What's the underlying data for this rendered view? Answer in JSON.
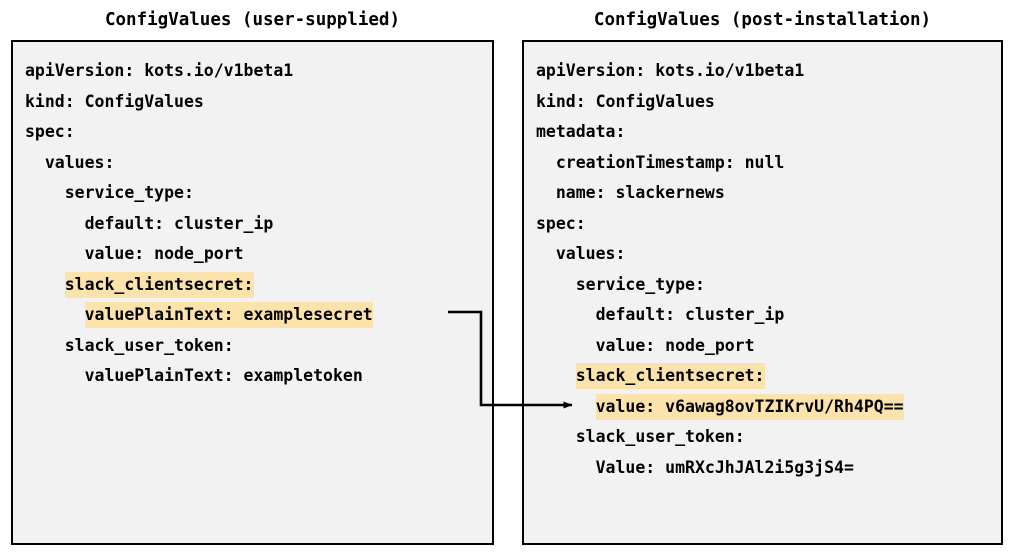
{
  "diagram": {
    "title_left": "ConfigValues (user-supplied)",
    "title_right": "ConfigValues (post-installation)",
    "highlight_color": "#fce3ab",
    "box_background": "#f2f2f2",
    "box_border_color": "#000000",
    "text_color": "#000000",
    "connector": {
      "label": "maps-to-arrow",
      "from": "valuePlainText: examplesecret",
      "to": "value: v6awag8ovTZIKrvU/Rh4PQ=="
    }
  },
  "left_panel": {
    "lines": [
      {
        "text": "apiVersion: kots.io/v1beta1",
        "highlight": false
      },
      {
        "text": "kind: ConfigValues",
        "highlight": false
      },
      {
        "text": "spec:",
        "highlight": false
      },
      {
        "text": "  values:",
        "highlight": false
      },
      {
        "text": "    service_type:",
        "highlight": false
      },
      {
        "text": "      default: cluster_ip",
        "highlight": false
      },
      {
        "text": "      value: node_port",
        "highlight": false
      },
      {
        "text": "    slack_clientsecret:",
        "highlight": true
      },
      {
        "text": "      valuePlainText: examplesecret",
        "highlight": true
      },
      {
        "text": "    slack_user_token:",
        "highlight": false
      },
      {
        "text": "      valuePlainText: exampletoken",
        "highlight": false
      }
    ]
  },
  "right_panel": {
    "lines": [
      {
        "text": "apiVersion: kots.io/v1beta1",
        "highlight": false
      },
      {
        "text": "kind: ConfigValues",
        "highlight": false
      },
      {
        "text": "metadata:",
        "highlight": false
      },
      {
        "text": "  creationTimestamp: null",
        "highlight": false
      },
      {
        "text": "  name: slackernews",
        "highlight": false
      },
      {
        "text": "spec:",
        "highlight": false
      },
      {
        "text": "  values:",
        "highlight": false
      },
      {
        "text": "    service_type:",
        "highlight": false
      },
      {
        "text": "      default: cluster_ip",
        "highlight": false
      },
      {
        "text": "      value: node_port",
        "highlight": false
      },
      {
        "text": "    slack_clientsecret:",
        "highlight": true
      },
      {
        "text": "      value: v6awag8ovTZIKrvU/Rh4PQ==",
        "highlight": true
      },
      {
        "text": "    slack_user_token:",
        "highlight": false
      },
      {
        "text": "      Value: umRXcJhJAl2i5g3jS4=",
        "highlight": false
      }
    ]
  }
}
